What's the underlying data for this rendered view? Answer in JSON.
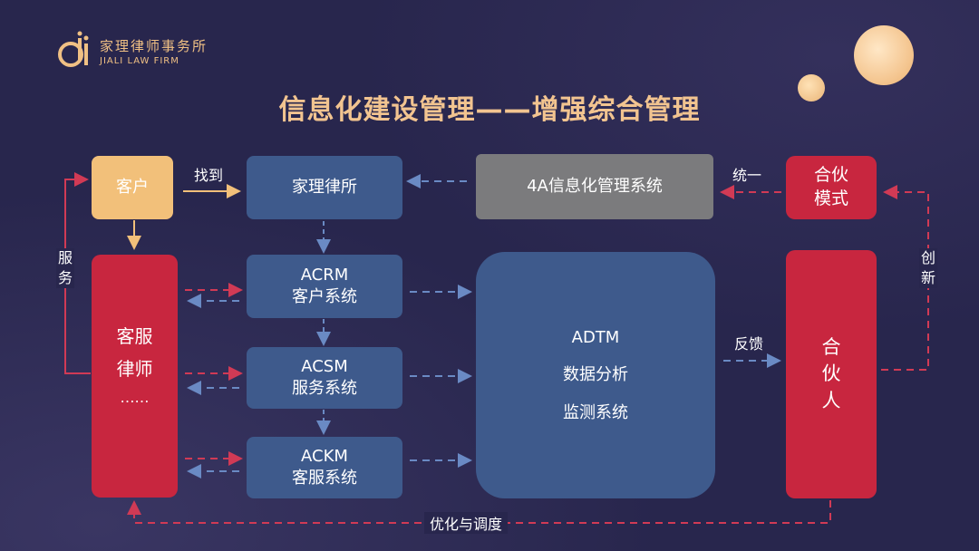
{
  "logo": {
    "name": "家理律师事务所",
    "en": "JIALI LAW FIRM"
  },
  "title": "信息化建设管理——增强综合管理",
  "nodes": {
    "client": "客户",
    "firm": "家理律所",
    "system4a": "4A信息化管理系统",
    "partner_mode": [
      "合伙",
      "模式"
    ],
    "acrm": [
      "ACRM",
      "客户系统"
    ],
    "acsm": [
      "ACSM",
      "服务系统"
    ],
    "ackm": [
      "ACKM",
      "客服系统"
    ],
    "adtm": [
      "ADTM",
      "数据分析",
      "监测系统"
    ],
    "service_lawyer": [
      "客服",
      "律师",
      "……"
    ],
    "partner": [
      "合",
      "伙",
      "人"
    ]
  },
  "labels": {
    "find": "找到",
    "unify": "统一",
    "innovate": [
      "创",
      "新"
    ],
    "service": [
      "服",
      "务"
    ],
    "feedback": "反馈",
    "optimize": "优化与调度"
  },
  "colors": {
    "background": "#28264d",
    "blue_box": "#3e5a8c",
    "red_box": "#c8263f",
    "gold_box": "#f2c07a",
    "gray_box": "#7b7b7d",
    "title": "#f2c490",
    "dash_red": "#d13a55",
    "dash_blue": "#5f7fb8"
  }
}
